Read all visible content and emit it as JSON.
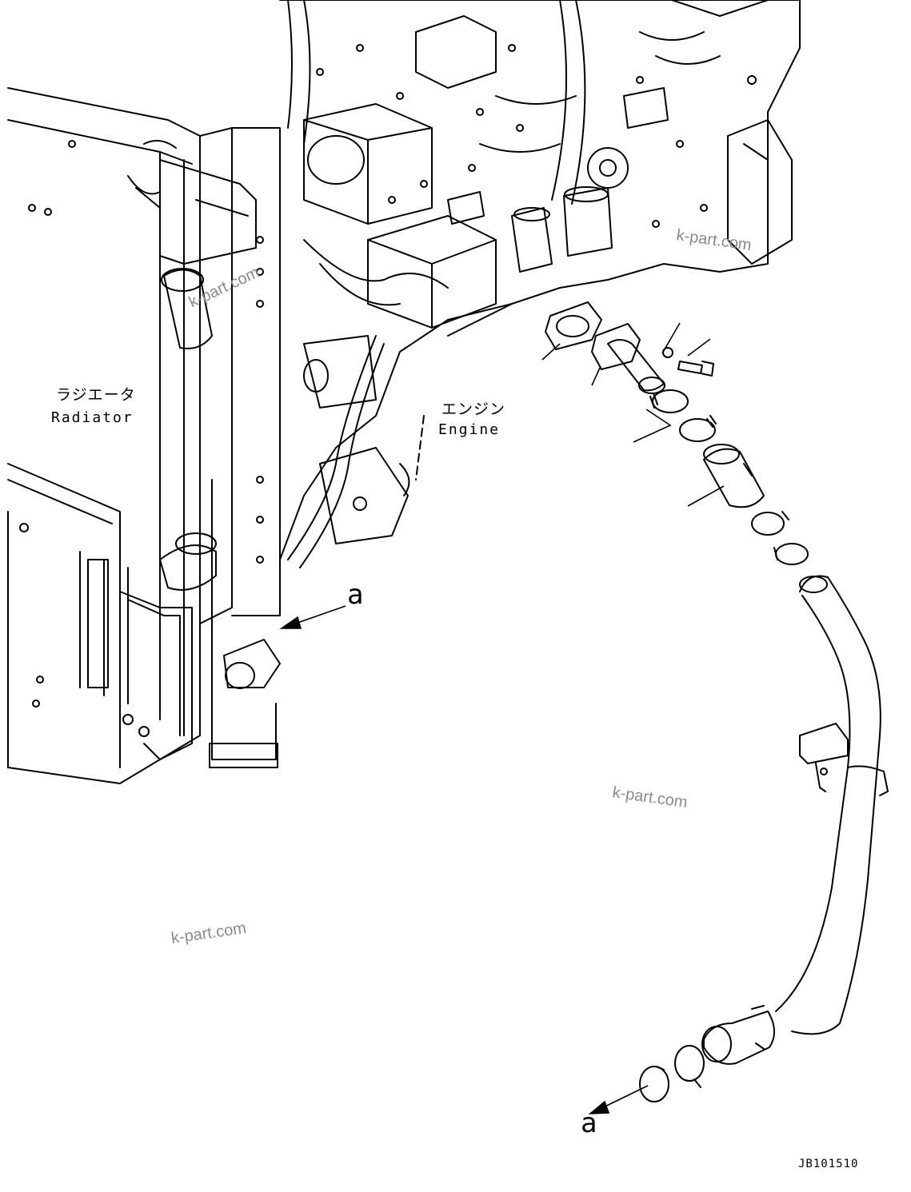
{
  "labels": {
    "radiator_jp": "ラジエータ",
    "radiator_en": "Radiator",
    "engine_jp": "エンジン",
    "engine_en": "Engine",
    "ref_upper": "a",
    "ref_lower": "a",
    "drawing_code": "JB101510"
  },
  "watermark": {
    "text": "k-part.com"
  },
  "colors": {
    "ink": "#000000",
    "paper": "#ffffff",
    "watermark": "#8a8a8a"
  }
}
